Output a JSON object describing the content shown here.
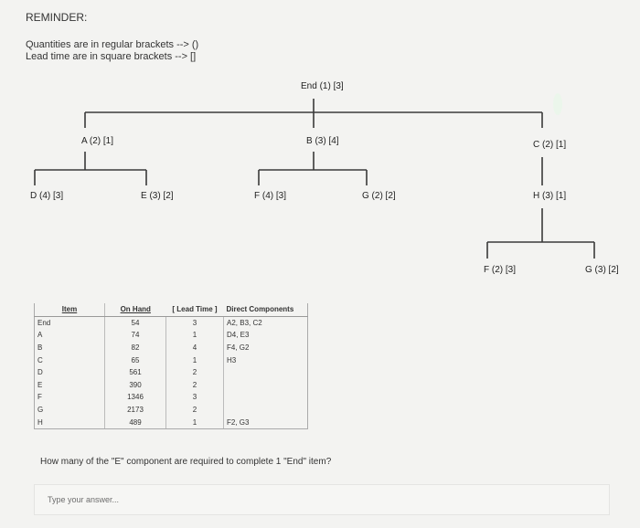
{
  "header": {
    "title": "REMINDER:",
    "line1": "Quantities are in regular brackets --> ()",
    "line2": "Lead time are in square brackets --> []"
  },
  "tree": {
    "end": "End (1) [3]",
    "a": "A (2) [1]",
    "b": "B (3) [4]",
    "c": "C (2) [1]",
    "d": "D (4) [3]",
    "e": "E (3) [2]",
    "f1": "F (4) [3]",
    "g1": "G (2) [2]",
    "h": "H (3) [1]",
    "f2": "F (2) [3]",
    "g2": "G (3) [2]"
  },
  "table": {
    "headers": {
      "item": "Item",
      "on_hand": "On Hand",
      "lead_time": "[ Lead Time ]",
      "direct": "Direct Components"
    },
    "rows": [
      {
        "item": "End",
        "on_hand": "54",
        "lead_time": "3",
        "direct": "A2, B3, C2"
      },
      {
        "item": "A",
        "on_hand": "74",
        "lead_time": "1",
        "direct": "D4, E3"
      },
      {
        "item": "B",
        "on_hand": "82",
        "lead_time": "4",
        "direct": "F4, G2"
      },
      {
        "item": "C",
        "on_hand": "65",
        "lead_time": "1",
        "direct": "H3"
      },
      {
        "item": "D",
        "on_hand": "561",
        "lead_time": "2",
        "direct": ""
      },
      {
        "item": "E",
        "on_hand": "390",
        "lead_time": "2",
        "direct": ""
      },
      {
        "item": "F",
        "on_hand": "1346",
        "lead_time": "3",
        "direct": ""
      },
      {
        "item": "G",
        "on_hand": "2173",
        "lead_time": "2",
        "direct": ""
      },
      {
        "item": "H",
        "on_hand": "489",
        "lead_time": "1",
        "direct": "F2, G3"
      }
    ]
  },
  "question": "How many of the \"E\" component are required to complete 1 \"End\" item?",
  "answer": {
    "placeholder": "Type your answer...",
    "value": ""
  }
}
